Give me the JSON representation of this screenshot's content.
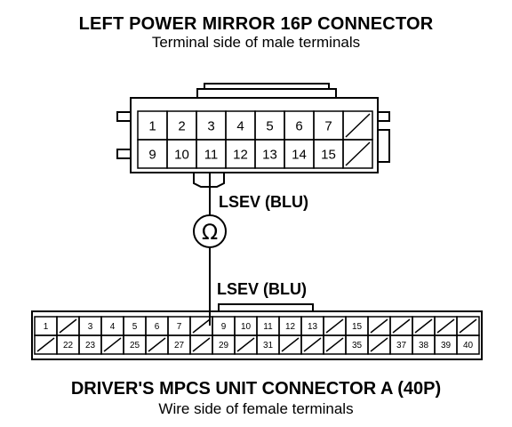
{
  "top_connector": {
    "title": "LEFT POWER MIRROR 16P CONNECTOR",
    "subtitle": "Terminal side of male terminals",
    "row1": [
      "1",
      "2",
      "3",
      "4",
      "5",
      "6",
      "7",
      ""
    ],
    "row2": [
      "9",
      "10",
      "11",
      "12",
      "13",
      "14",
      "15",
      ""
    ]
  },
  "wire": {
    "label_top": "LSEV (BLU)",
    "label_bottom": "LSEV (BLU)",
    "ohmmeter_symbol": "Ω"
  },
  "bottom_connector": {
    "title": "DRIVER'S MPCS UNIT CONNECTOR A (40P)",
    "subtitle": "Wire side of female terminals",
    "row1": [
      "1",
      "",
      "3",
      "4",
      "5",
      "6",
      "7",
      "",
      "9",
      "10",
      "11",
      "12",
      "13",
      "",
      "15",
      "",
      "",
      "",
      "",
      ""
    ],
    "row2": [
      "",
      "22",
      "23",
      "",
      "25",
      "",
      "27",
      "",
      "29",
      "",
      "31",
      "",
      "",
      "",
      "35",
      "",
      "37",
      "38",
      "39",
      "40"
    ]
  },
  "colors": {
    "line": "#000000",
    "background": "#ffffff"
  }
}
